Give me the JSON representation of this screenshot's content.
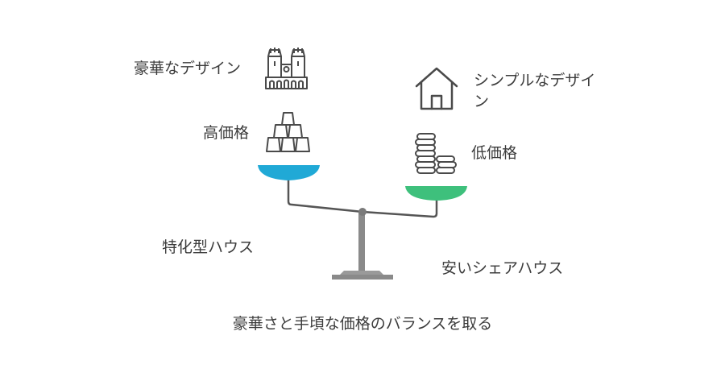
{
  "labels": {
    "luxury_design": "豪華なデザイン",
    "high_price": "高価格",
    "simple_design": "シンプルなデザイン",
    "low_price": "低価格",
    "specialized_house": "特化型ハウス",
    "cheap_share_house": "安いシェアハウス",
    "caption": "豪華さと手頃な価格のバランスを取る"
  },
  "colors": {
    "left_pan": "#20a9d6",
    "right_pan": "#3ec07c",
    "line": "#555555",
    "base": "#8a8a8a"
  },
  "icons": {
    "luxury_design": "cathedral-icon",
    "high_price": "stacked-cups-icon",
    "simple_design": "house-icon",
    "low_price": "coin-stack-icon"
  }
}
